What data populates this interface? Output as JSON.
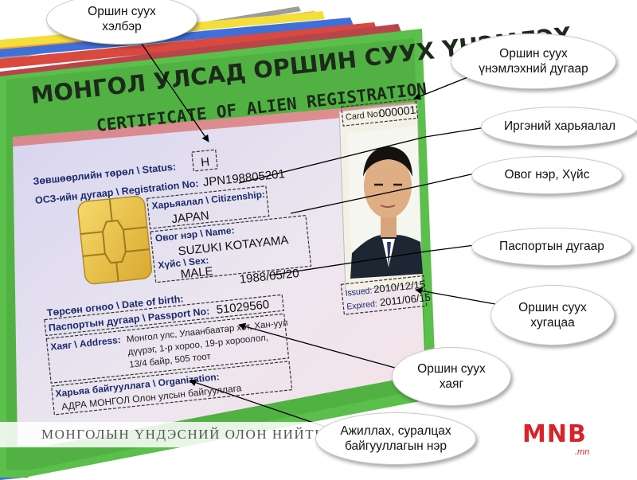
{
  "card": {
    "title_mn": "МОНГОЛ УЛСАД ОРШИН СУУХ ҮНЭМЛЭХ",
    "title_en": "CERTIFICATE OF ALIEN REGISTRATION",
    "card_no_label": "Card No:",
    "card_no": "000001",
    "status_label": "Зөвшөөрлийн төрөл \\ Status:",
    "status": "H",
    "registration_label": "ОСЗ-ийн дугаар \\ Registration No:",
    "registration_no": "JPN198805201",
    "citizenship_label": "Харьяалал \\ Citizenship:",
    "citizenship": "JAPAN",
    "name_label": "Овог нэр \\ Name:",
    "name": "SUZUKI KOTAYAMA",
    "sex_label": "Хүйс \\ Sex:",
    "sex": "MALE",
    "dob_label": "Төрсөн огноо \\ Date of birth:",
    "dob": "1988/05/20",
    "passport_label": "Паспортын дугаар \\ Passport No:",
    "passport_no": "51029560",
    "address_label": "Хаяг \\ Address:",
    "address_line1": "Монгол улс, Улаанбаатар хот, Хан-уул",
    "address_line2": "дүүрэг, 1-р хороо, 19-р хороолол,",
    "address_line3": "13/4 байр, 505 тоот",
    "organization_label": "Харьяа байгууллага \\ Organization:",
    "organization": "АДРА МОНГОЛ Олон улсын байгууллага",
    "issued_label": "Issued:",
    "issued": "2010/12/15",
    "expired_label": "Expired:",
    "expired": "2011/06/15"
  },
  "callouts": {
    "status": "Оршин суух\nхэлбэр",
    "card_number": "Оршин суух\nүнэмлэхний дугаар",
    "citizenship": "Иргэний харьяалал",
    "name_sex": "Овог нэр, Хүйс",
    "passport": "Паспортын дугаар",
    "validity": "Оршин суух\nхугацаа",
    "address": "Оршин суух\nхаяг",
    "organization": "Ажиллах, суралцах\nбайгууллагын нэр"
  },
  "footer": {
    "caption": "МОНГОЛЫН ҮНДЭСНИЙ ОЛОН НИЙТИЙН РАДИО ТЕЛЕВИЗ",
    "logo": "MNB",
    "logo_sub": ".mn"
  },
  "colors": {
    "card_green": "#5bbf4b",
    "card_face": "#e3dcef",
    "chip_gold": "#e8c24a",
    "stack_red": "#d9493f",
    "stack_blue": "#3f6fd9",
    "stack_orange": "#f0a030",
    "stack_yellow": "#f3de3a",
    "brand_red": "#d8232a"
  }
}
